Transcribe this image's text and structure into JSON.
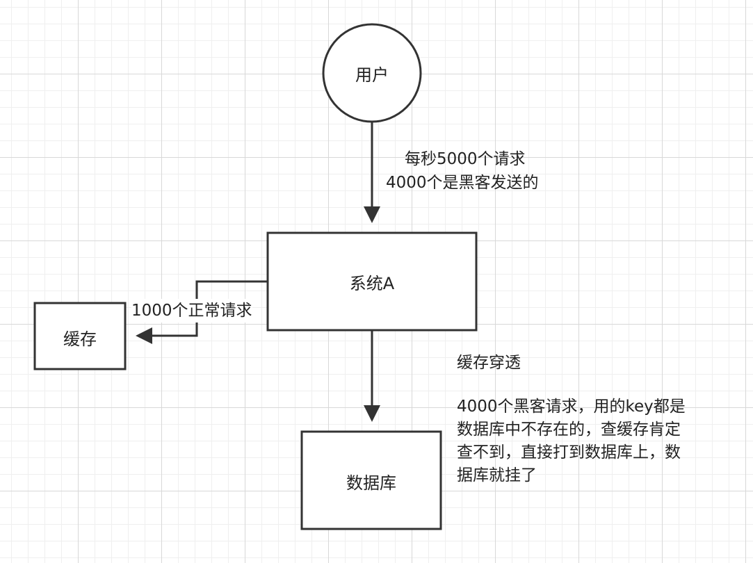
{
  "nodes": {
    "user": "用户",
    "system_a": "系统A",
    "cache": "缓存",
    "database": "数据库"
  },
  "edges": {
    "user_to_system_line1": "每秒5000个请求",
    "user_to_system_line2": "4000个是黑客发送的",
    "system_to_cache": "1000个正常请求"
  },
  "notes": {
    "title": "缓存穿透",
    "lines": [
      "4000个黑客请求，用的key都是",
      "数据库中不存在的，查缓存肯定",
      "查不到，直接打到数据库上，数",
      "据库就挂了"
    ]
  },
  "colors": {
    "stroke": "#333333",
    "background": "#ffffff",
    "grid": "#d8d8d8"
  }
}
